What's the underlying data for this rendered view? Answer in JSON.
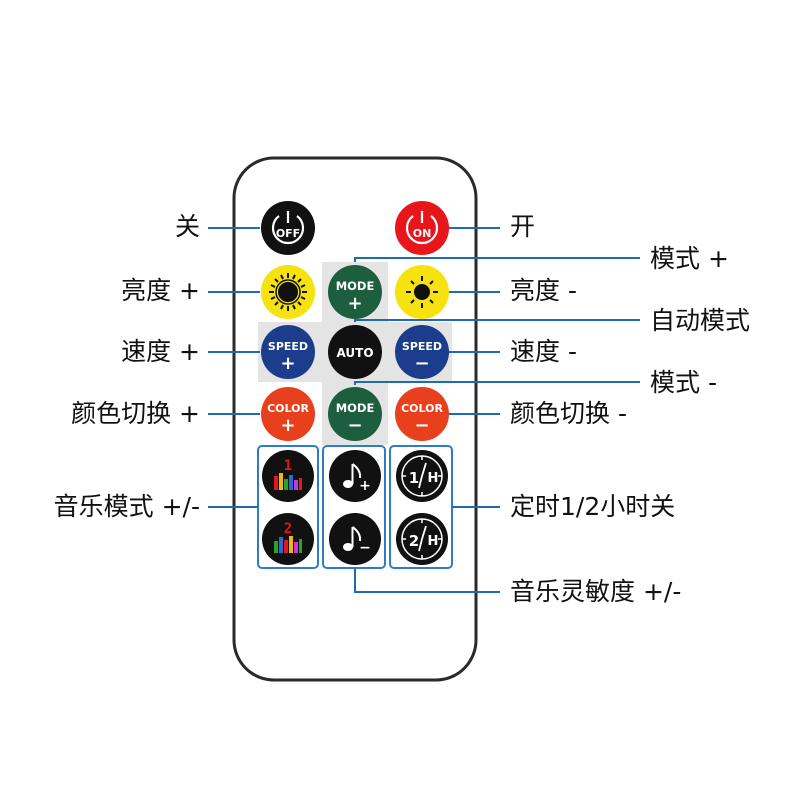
{
  "colors": {
    "remote_body": "#ffffff",
    "remote_outline": "#2a2a2a",
    "black_button": "#111111",
    "red_button": "#e8161b",
    "yellow_button": "#f5e20e",
    "green_button": "#1d5e3f",
    "blue_button": "#1b3d8c",
    "orange_button": "#e8401c",
    "highlight_panel": "#e4e4e4",
    "leader_line": "#1d6bb0",
    "group_box": "#2d7cc7"
  },
  "buttons": {
    "off": {
      "text": "OFF",
      "icon": "power-icon"
    },
    "on": {
      "text": "ON",
      "icon": "power-icon"
    },
    "brightness_up": {
      "icon": "sun-large-icon"
    },
    "brightness_down": {
      "icon": "sun-small-icon"
    },
    "mode_up": {
      "text": "MODE",
      "sign": "+"
    },
    "mode_down": {
      "text": "MODE",
      "sign": "−"
    },
    "auto": {
      "text": "AUTO"
    },
    "speed_up": {
      "text": "SPEED",
      "sign": "+"
    },
    "speed_down": {
      "text": "SPEED",
      "sign": "−"
    },
    "color_up": {
      "text": "COLOR",
      "sign": "+"
    },
    "color_down": {
      "text": "COLOR",
      "sign": "−"
    },
    "music_mode_1": {
      "digit": "1",
      "icon": "equalizer-icon"
    },
    "music_mode_2": {
      "digit": "2",
      "icon": "equalizer-icon"
    },
    "sensitivity_up": {
      "sign": "+",
      "icon": "music-note-icon"
    },
    "sensitivity_down": {
      "sign": "−",
      "icon": "music-note-icon"
    },
    "timer_1h": {
      "text": "1",
      "unit": "H",
      "icon": "clock-icon"
    },
    "timer_2h": {
      "text": "2",
      "unit": "H",
      "icon": "clock-icon"
    }
  },
  "labels": {
    "off": "关",
    "on": "开",
    "mode_plus": "模式 +",
    "brightness_plus": "亮度 +",
    "brightness_minus": "亮度 -",
    "auto_mode": "自动模式",
    "speed_plus": "速度 +",
    "speed_minus": "速度 -",
    "mode_minus": "模式 -",
    "color_plus": "颜色切换 +",
    "color_minus": "颜色切换 -",
    "music_mode": "音乐模式 +/-",
    "timer": "定时1/2小时关",
    "music_sensitivity": "音乐灵敏度 +/-"
  }
}
